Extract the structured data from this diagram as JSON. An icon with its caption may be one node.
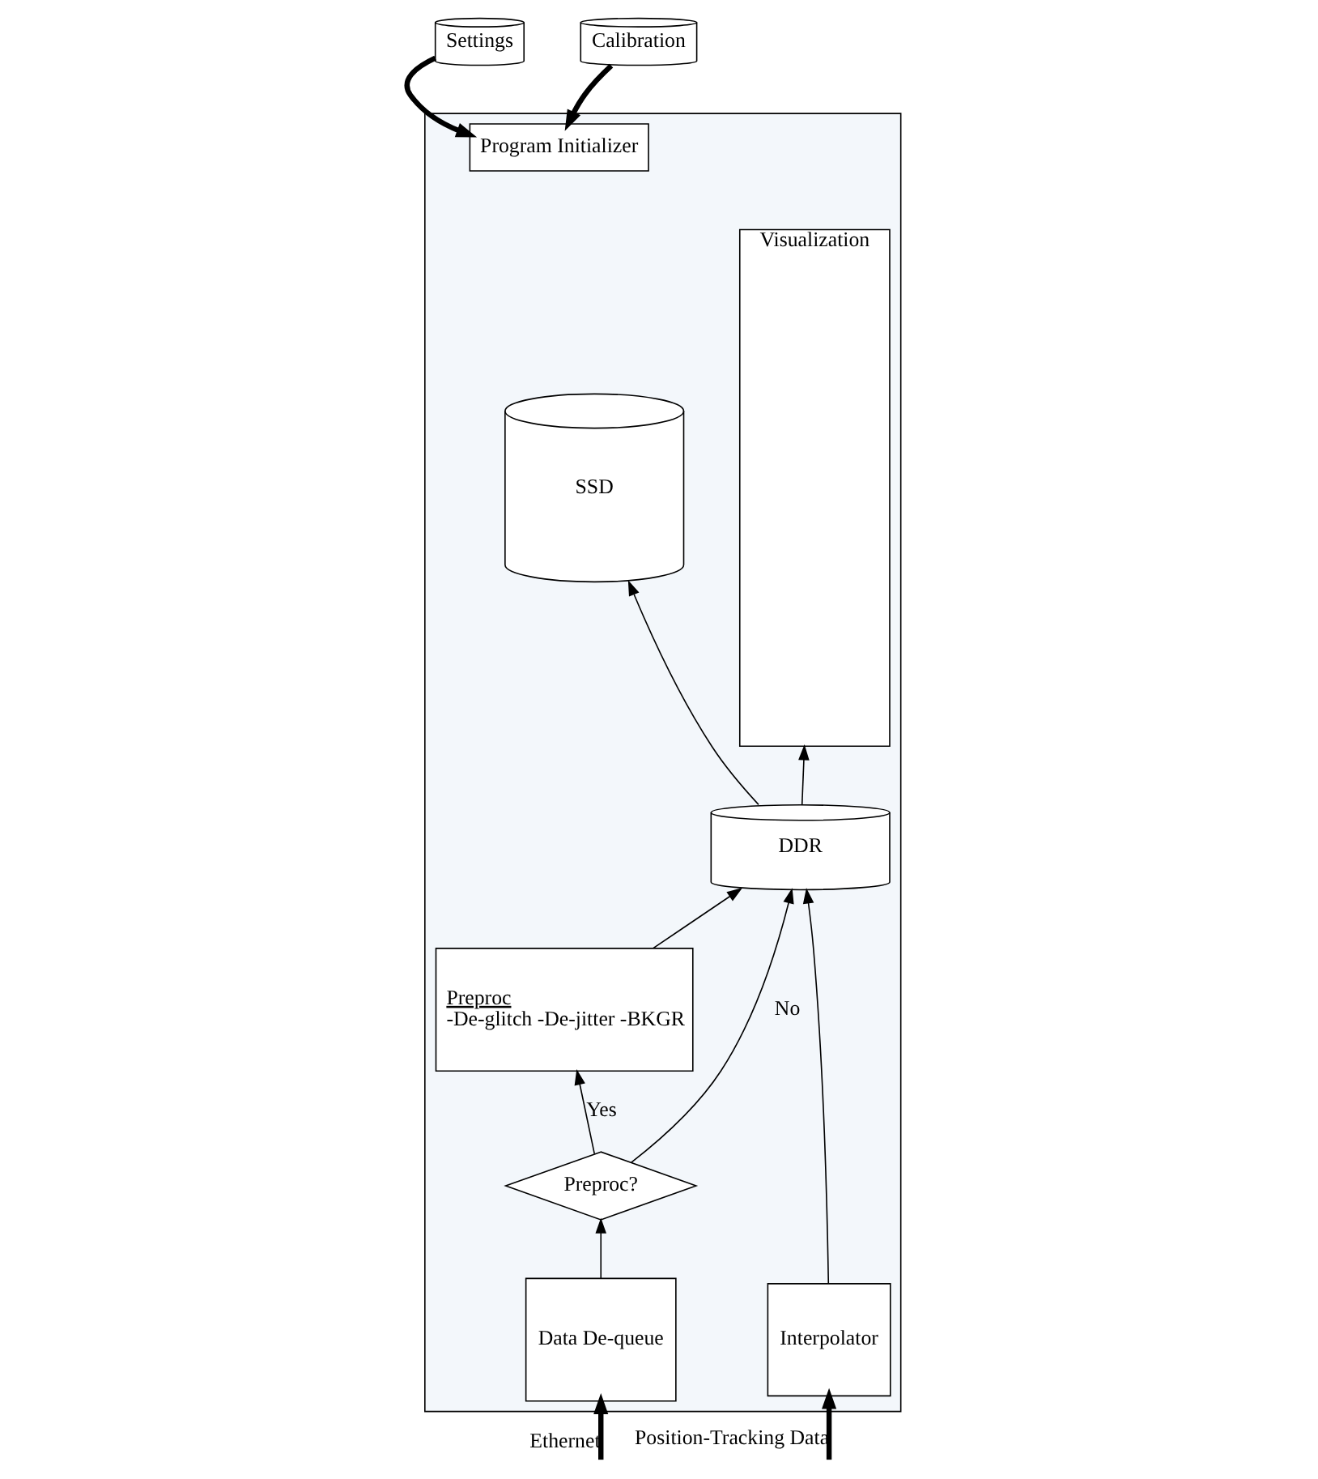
{
  "diagram": {
    "nodes": [
      {
        "text": [
          "Settings"
        ]
      },
      {
        "text": [
          "Calibration"
        ]
      },
      {
        "text": [],
        "shape": "box"
      },
      {
        "text": [
          "Program Initializer"
        ],
        "in": 2
      },
      {
        "text": [
          "Visualization"
        ],
        "in": 2
      },
      {
        "text": [
          "Preproc",
          "-De-glitch -De-jitter -BKGR"
        ],
        "in": 2
      },
      {
        "text": [
          "Preproc?"
        ],
        "in": 2
      },
      {
        "text": [
          "SSD"
        ],
        "in": 2
      },
      {
        "text": [
          "DDR"
        ],
        "in": 2
      },
      {
        "text": [
          "Data De-queue"
        ],
        "in": 2
      },
      {
        "text": [
          "Interpolator"
        ],
        "in": 2
      }
    ],
    "edges": [
      {
        "from": 0,
        "to": 3,
        "arrow": "to",
        "style": "thick"
      },
      {
        "from": 1,
        "to": 3,
        "arrow": "to",
        "style": "thick"
      },
      {
        "from": 9,
        "to": 6,
        "arrow": "to"
      },
      {
        "from": 6,
        "to": 5,
        "arrow": "to",
        "label": "Yes"
      },
      {
        "from": 5,
        "to": 8,
        "arrow": "to"
      },
      {
        "from": 6,
        "to": 8,
        "arrow": "to",
        "label": "No"
      },
      {
        "from": 8,
        "to": 7,
        "arrow": "to"
      },
      {
        "from": 10,
        "to": 8,
        "arrow": "to"
      },
      {
        "from": 8,
        "to": 4,
        "arrow": "to"
      },
      {
        "from": null,
        "to": 9,
        "arrow": "to",
        "style": "thick",
        "label": "Ethernet"
      },
      {
        "from": null,
        "to": 10,
        "arrow": "to",
        "style": "thick",
        "label": "Position-Tracking Data"
      }
    ]
  }
}
